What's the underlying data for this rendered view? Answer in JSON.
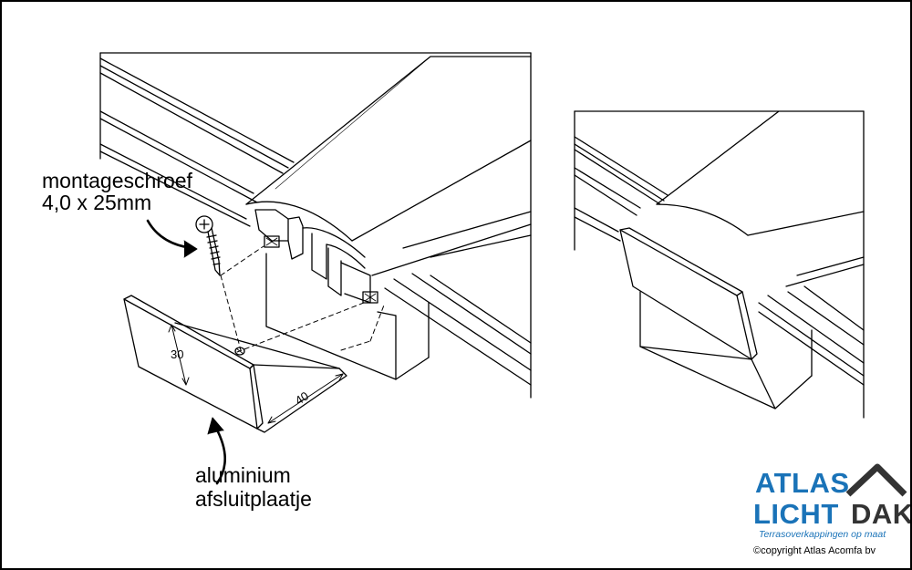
{
  "labels": {
    "screw_line1": "montageschroef",
    "screw_line2": "4,0 x 25mm",
    "plate_line1": "aluminium",
    "plate_line2": "afsluitplaatje",
    "dim_height": "30",
    "dim_depth": "40"
  },
  "logo": {
    "word1": "ATLAS",
    "word2_part1": "LICHT",
    "word2_part2": "DAK",
    "tagline": "Terrasoverkappingen op maat",
    "copyright": "©copyright Atlas Acomfa bv",
    "color_blue": "#1a73b8",
    "color_dark": "#333333",
    "roof_icon": "roof-icon"
  }
}
